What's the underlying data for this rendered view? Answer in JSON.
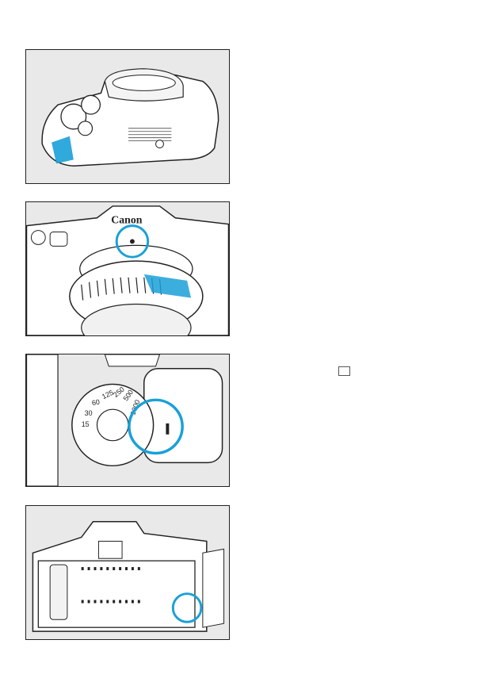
{
  "brand_label": "Canon",
  "dial_labels": [
    "1000",
    "500",
    "250",
    "125",
    "60",
    "30",
    "15"
  ],
  "colors": {
    "highlight": "#1aa0d8",
    "ink": "#222222",
    "panel_bg": "#e9e9e9"
  },
  "icons": [
    "mode-square-icon"
  ]
}
